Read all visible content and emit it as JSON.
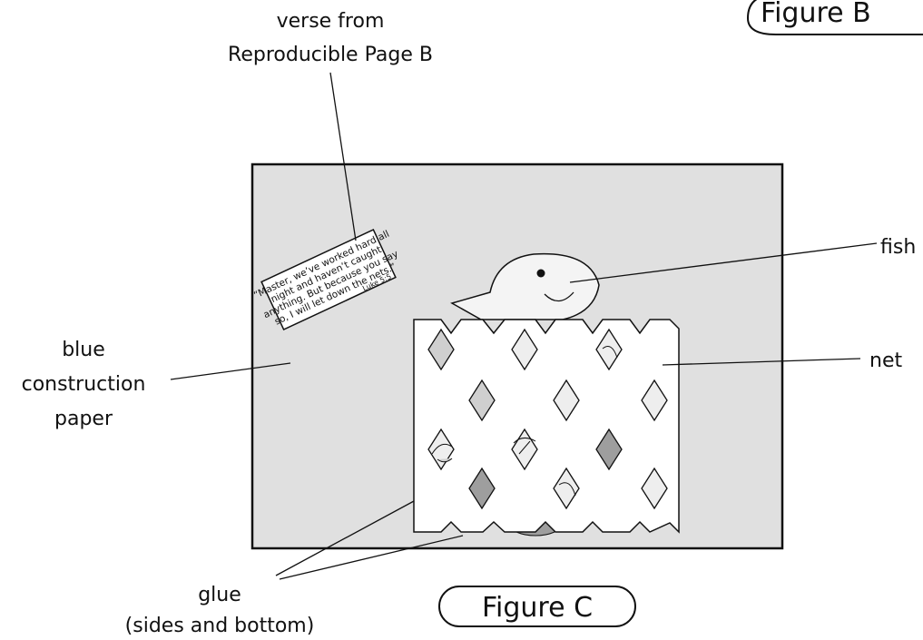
{
  "figure_b_label": "Figure B",
  "figure_c_label": "Figure C",
  "labels": {
    "verse_from": "verse from",
    "reproducible_page": "Reproducible Page B",
    "fish": "fish",
    "net": "net",
    "blue": "blue",
    "construction": "construction",
    "paper": "paper",
    "glue": "glue",
    "glue_detail": "(sides and bottom)"
  },
  "verse_card": {
    "line1": "“Master, we’ve worked hard all",
    "line2": "night and haven’t caught",
    "line3": "anything. But because you say",
    "line4": "so, I will let down the nets.”",
    "reference": "Luke 5:5"
  },
  "colors": {
    "paper_fill": "#e0e0e0",
    "fish_fill": "#f4f4f4",
    "diamond_light": "#eeeeee",
    "diamond_mid": "#cfcfcf",
    "diamond_dark": "#9e9e9e"
  }
}
